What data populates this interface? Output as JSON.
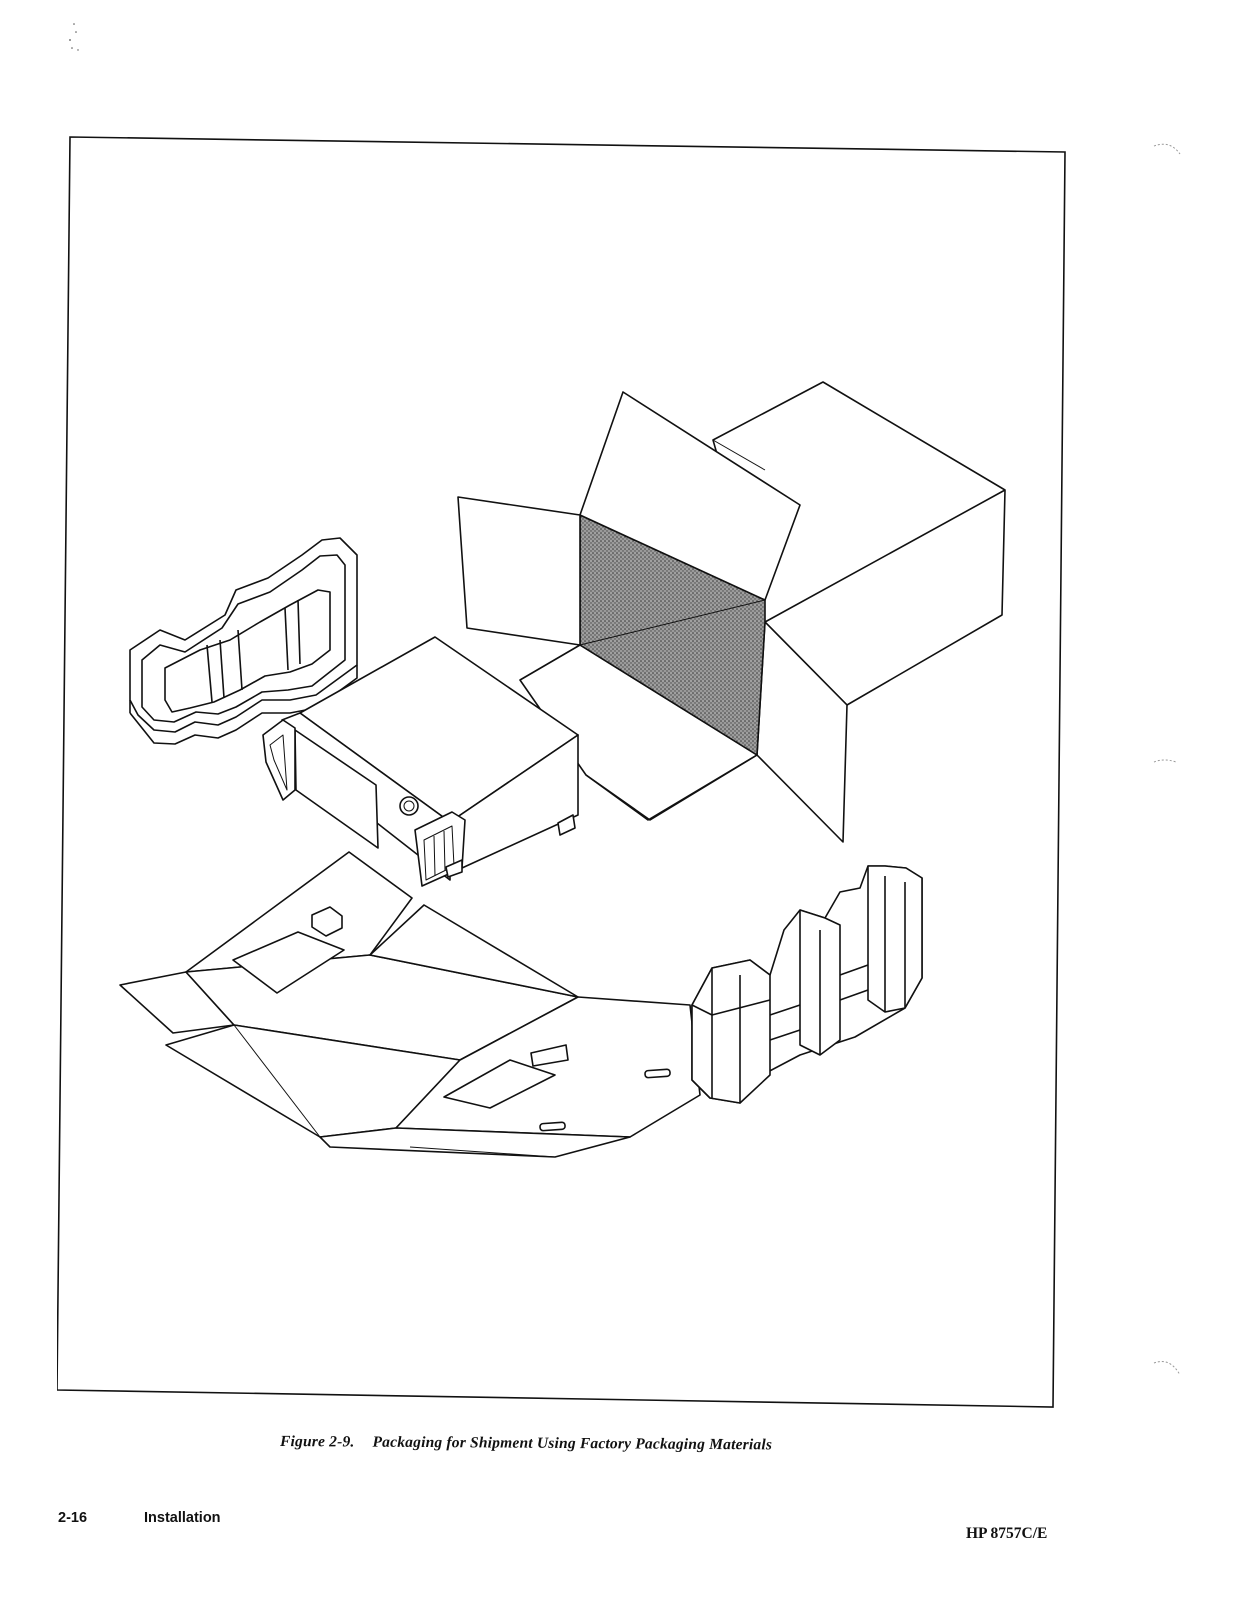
{
  "figure": {
    "number": "Figure 2-9.",
    "title": "Packaging for Shipment Using Factory Packaging Materials"
  },
  "footer": {
    "page_number": "2-16",
    "section": "Installation",
    "product": "HP 8757C/E"
  },
  "colors": {
    "ink": "#111111",
    "paper": "#ffffff",
    "box_interior_shading": "#8a8a8a"
  }
}
